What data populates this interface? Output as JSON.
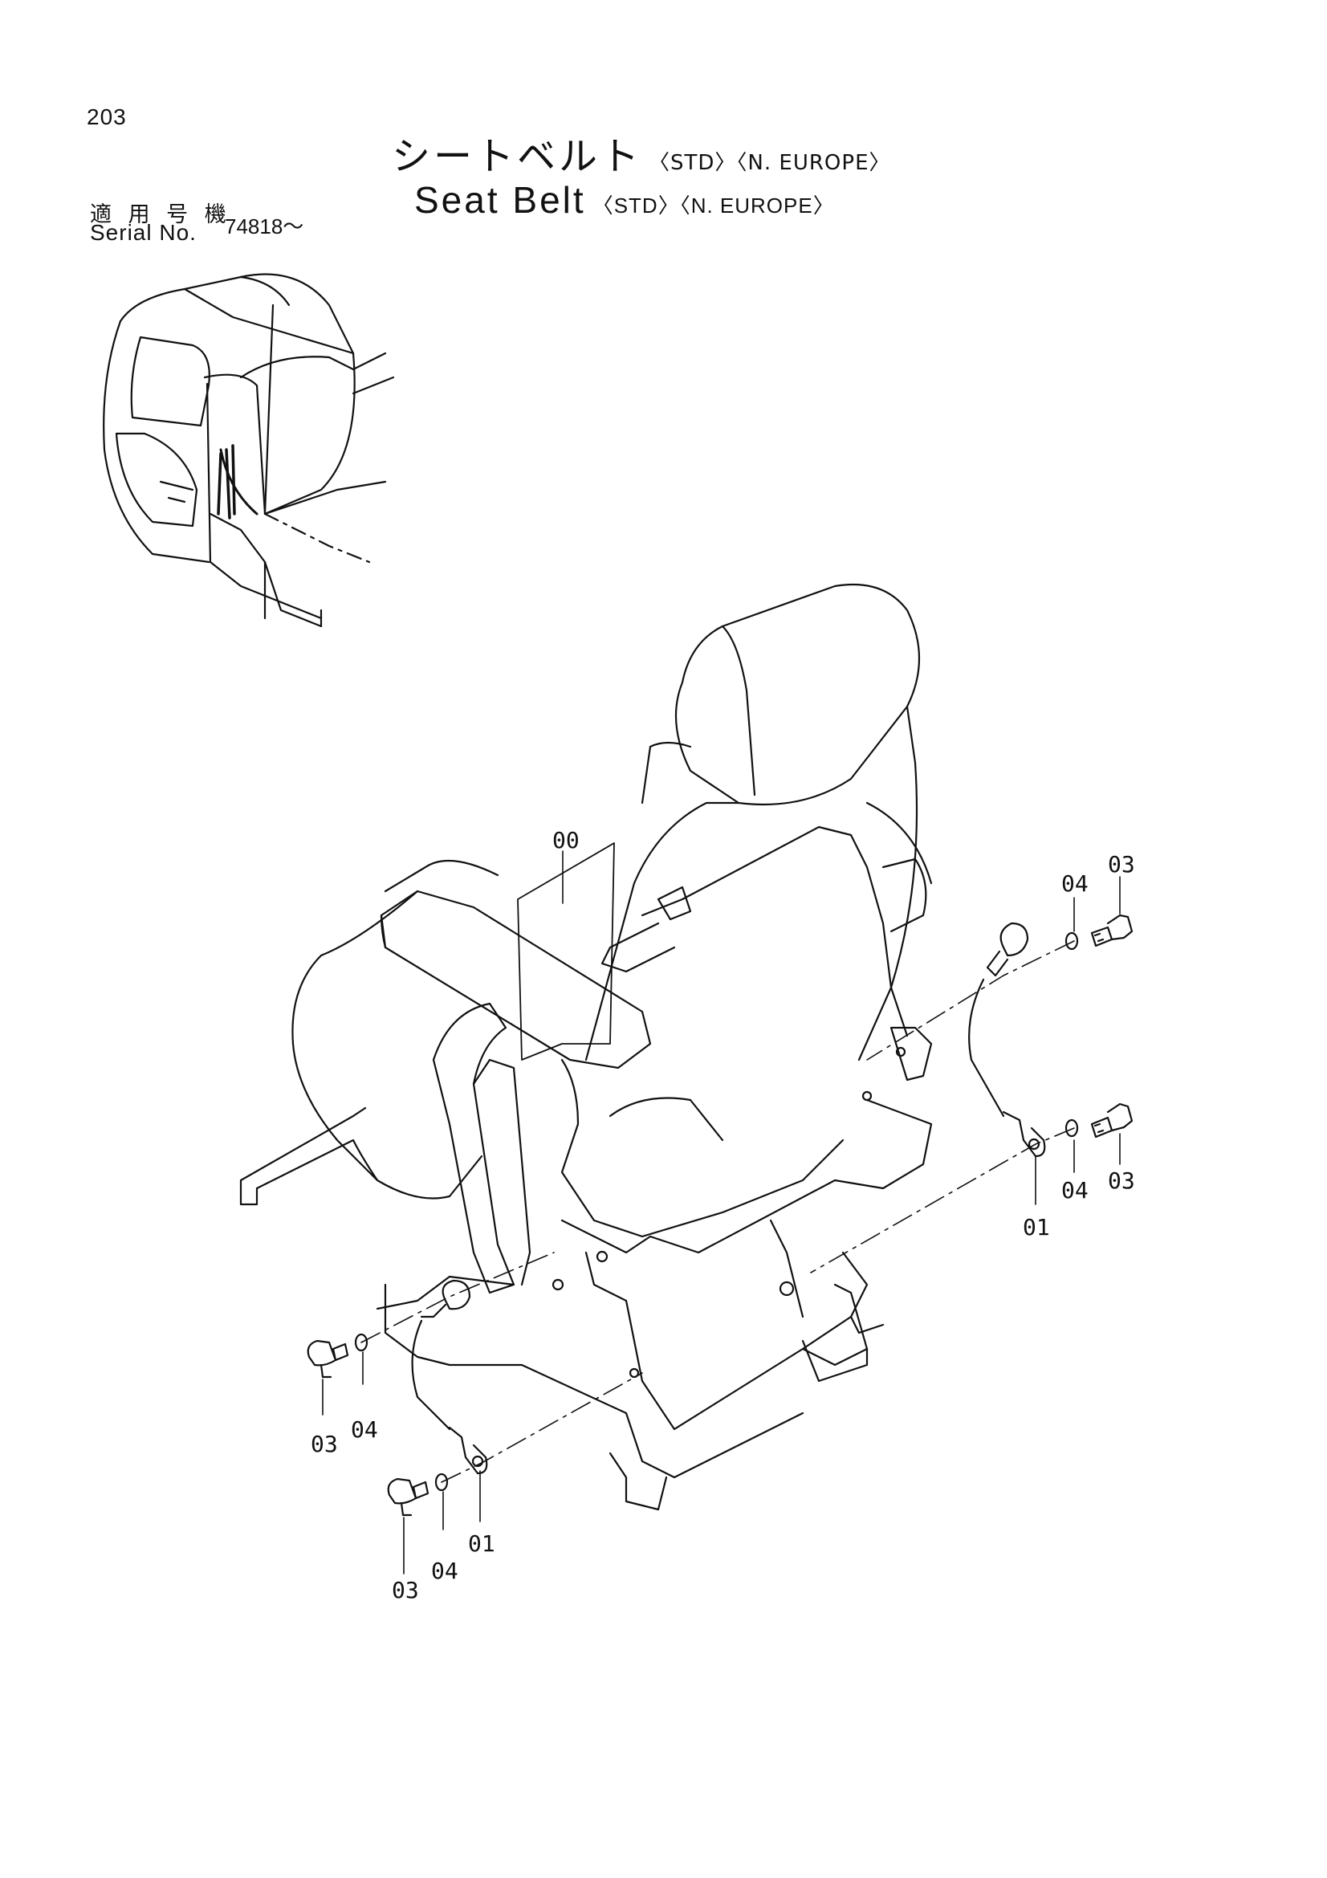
{
  "header": {
    "page_number": "203",
    "title_jp": "シートベルト",
    "title_en": "Seat Belt",
    "variant_tags": "〈STD〉〈N. EUROPE〉"
  },
  "serial": {
    "label_jp": "適 用 号 機",
    "label_en": "Serial No.",
    "value": "74818～"
  },
  "callouts": {
    "c00": "00",
    "c01_right": "01",
    "c01_left": "01",
    "c03_right_top": "03",
    "c03_right_bottom": "03",
    "c03_left_top": "03",
    "c03_left_bottom": "03",
    "c04_right_top": "04",
    "c04_right_bottom": "04",
    "c04_left_top": "04",
    "c04_left_bottom": "04"
  }
}
